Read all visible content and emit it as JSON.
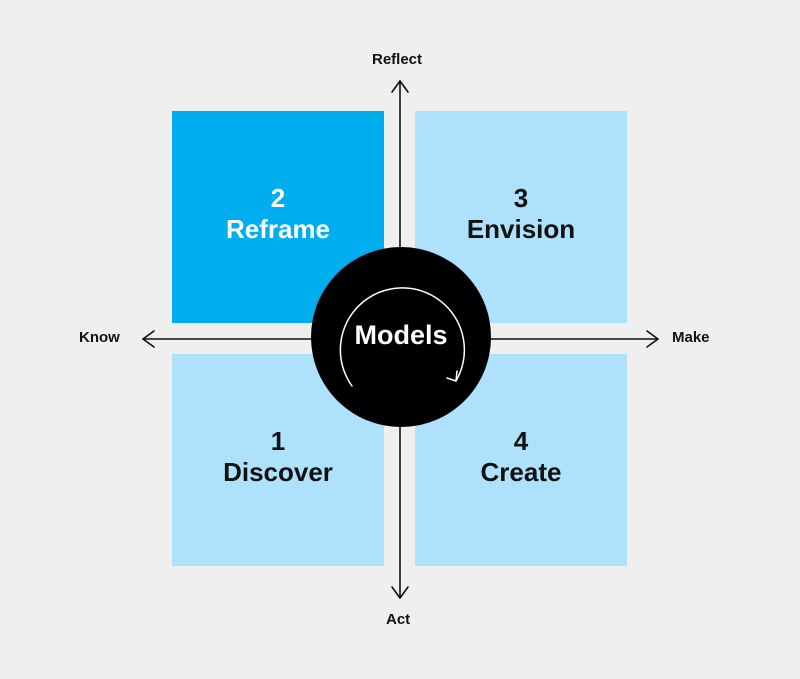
{
  "axes": {
    "top": "Reflect",
    "bottom": "Act",
    "left": "Know",
    "right": "Make"
  },
  "quadrants": {
    "top_left": {
      "number": "2",
      "label": "Reframe",
      "color": "#00aeef"
    },
    "top_right": {
      "number": "3",
      "label": "Envision",
      "color": "#aee1fb"
    },
    "bottom_left": {
      "number": "1",
      "label": "Discover",
      "color": "#aee1fb"
    },
    "bottom_right": {
      "number": "4",
      "label": "Create",
      "color": "#aee1fb"
    }
  },
  "center": {
    "label": "Models",
    "color": "#000000"
  },
  "colors": {
    "background": "#efefef",
    "axis": "#111111"
  }
}
